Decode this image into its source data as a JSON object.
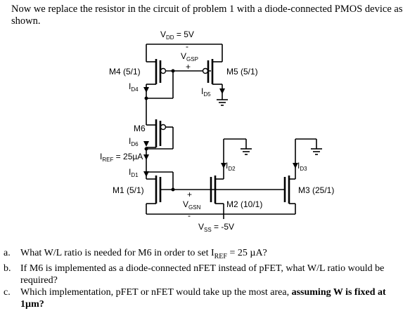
{
  "intro": "Now we replace the resistor in the circuit of problem 1 with a diode-connected PMOS device as shown.",
  "circuit": {
    "vdd": "V",
    "vdd_sub": "DD",
    "vdd_val": " = 5V",
    "vgsp": "V",
    "vgsp_sub": "GSP",
    "vgsp_minus": "-",
    "vgsp_plus": "+",
    "m4": "M4 (5/1)",
    "m5": "M5 (5/1)",
    "id4": "I",
    "id4_sub": "D4",
    "id5": "I",
    "id5_sub": "D5",
    "m6": "M6",
    "id6": "I",
    "id6_sub": "D6",
    "iref": "I",
    "iref_sub": "REF",
    "iref_val": " = 25µA",
    "id1": "I",
    "id1_sub": "D1",
    "m1": "M1 (5/1)",
    "id2": "I",
    "id2_sub": "D2",
    "id3": "I",
    "id3_sub": "D3",
    "m2": "M2 (10/1)",
    "m3": "M3 (25/1)",
    "vgsn": "V",
    "vgsn_sub": "GSN",
    "vgsn_plus": "+",
    "vgsn_minus": "-",
    "vss": "V",
    "vss_sub": "SS",
    "vss_val": " = -5V"
  },
  "questions": [
    {
      "label": "a.",
      "text": "What W/L ratio is needed for M6 in order to set I",
      "sub": "REF",
      "after": " = 25 µA?"
    },
    {
      "label": "b.",
      "text": "If M6 is implemented as a diode-connected nFET instead of pFET, what W/L ratio would be required?"
    },
    {
      "label": "c.",
      "text": "Which implementation, pFET or nFET would take up the most area, ",
      "bold": "assuming W is fixed at 1µm?"
    }
  ]
}
